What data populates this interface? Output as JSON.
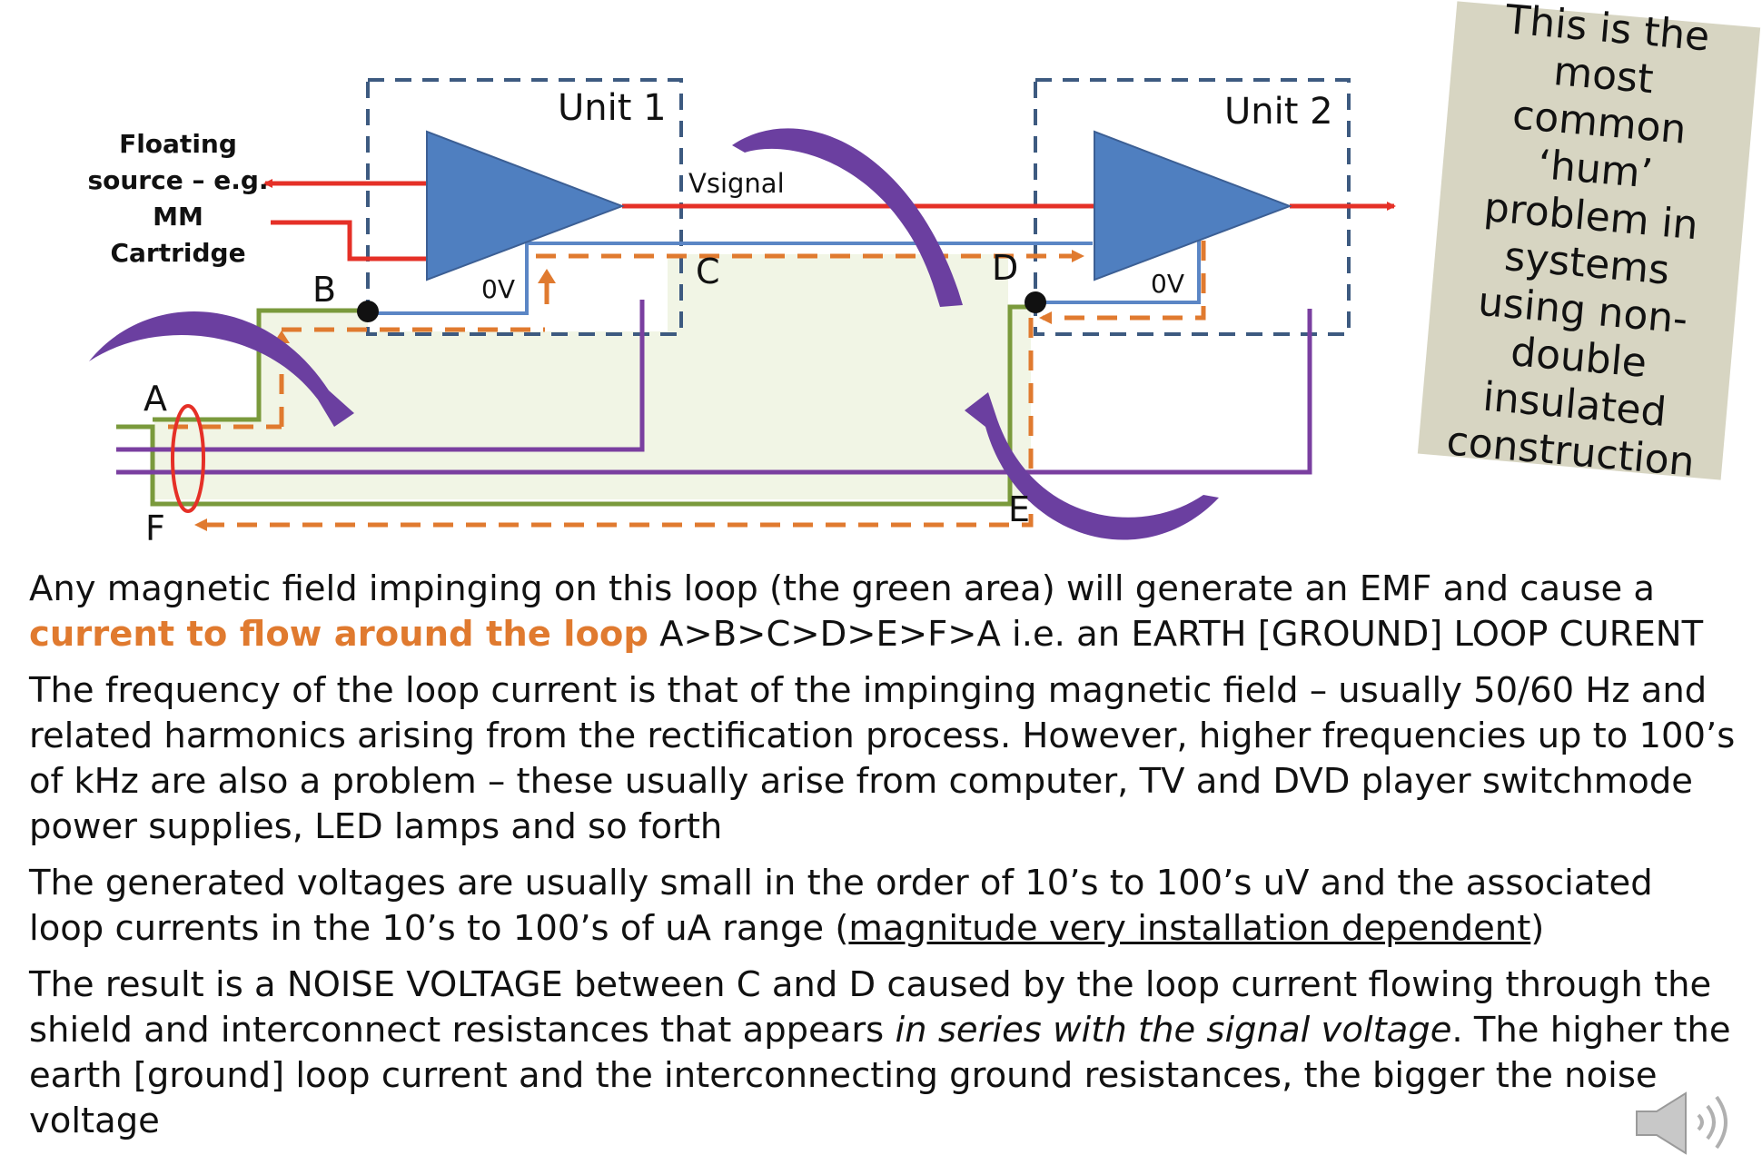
{
  "labels": {
    "floating_source": [
      "Floating",
      "source – e.g.",
      "MM",
      "Cartridge"
    ],
    "unit1": "Unit 1",
    "unit2": "Unit 2",
    "vsignal": "Vsignal",
    "ov1": "0V",
    "ov2": "0V",
    "node_a": "A",
    "node_b": "B",
    "node_c": "C",
    "node_d": "D",
    "node_e": "E",
    "node_f": "F"
  },
  "note": {
    "text": "This is the most common ‘hum’ problem in systems using non-double insulated construction"
  },
  "paragraphs": {
    "p1_part1": "Any magnetic field impinging on this loop (the green area) will generate an EMF and cause a ",
    "p1_highlight": "current to flow around the loop",
    "p1_part2": " A>B>C>D>E>F>A i.e. an EARTH [GROUND] LOOP CURENT",
    "p2": "The frequency of the loop current is that of the impinging magnetic field – usually 50/60 Hz and related harmonics arising from the rectification process. However, higher frequencies up to 100’s of  kHz are also a problem – these usually arise from computer, TV and DVD player switchmode power supplies, LED lamps and so forth",
    "p3_part1": "The generated voltages are usually small in the order of 10’s to 100’s uV and the associated loop currents in the 10’s to 100’s of uA range (",
    "p3_underline": "magnitude very installation dependent",
    "p3_part2": ")",
    "p4_part1": "The result is a NOISE VOLTAGE between C and D caused by the loop current flowing through the shield and interconnect resistances that appears ",
    "p4_italic": "in series with the signal voltage",
    "p4_part2": ". The higher the earth [ground] loop current and the interconnecting ground resistances, the bigger the noise voltage"
  },
  "colors": {
    "signal_red": "#e53027",
    "ground_blue": "#5b86c5",
    "amp_fill": "#4f7fc0",
    "amp_stroke": "#3c5f94",
    "unit_border": "#3d5a80",
    "green_wire": "#7a9a3c",
    "purple_wire": "#7a3fa0",
    "loop_orange": "#e07a2f",
    "arrow_purple": "#6b3fa0",
    "loop_area": "#eef3e0",
    "note_bg": "#d7d5c2"
  },
  "icons": [
    "speaker-icon"
  ]
}
